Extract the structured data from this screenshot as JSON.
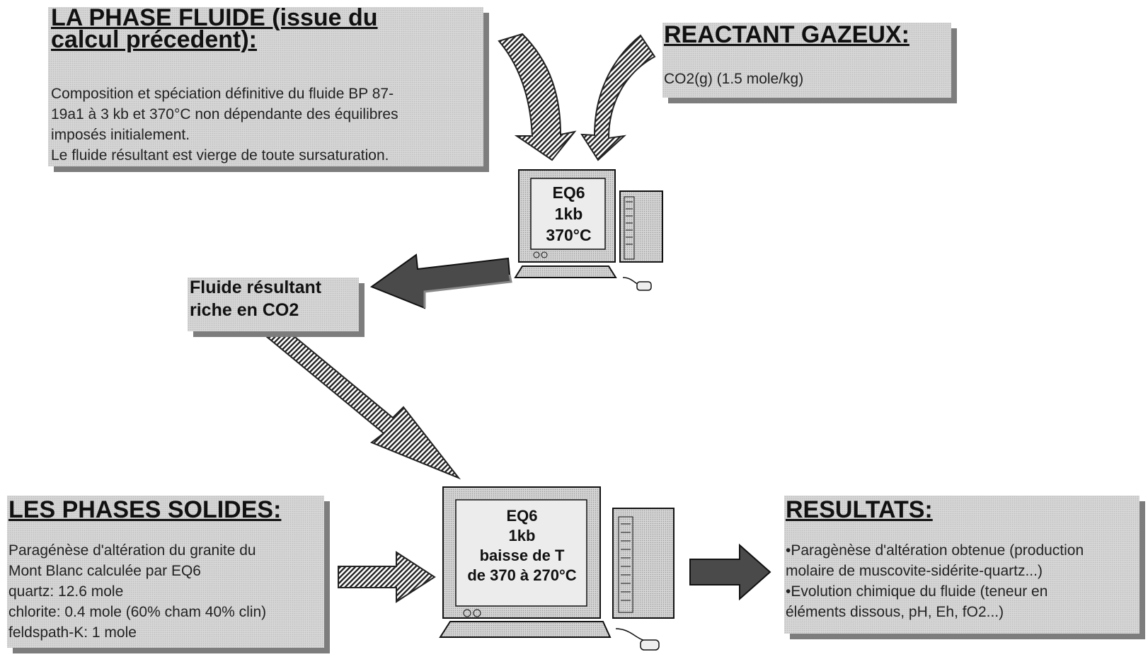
{
  "fluid": {
    "title_line1": "LA PHASE FLUIDE (issue du",
    "title_line2": "calcul précedent):",
    "body": "Composition et spéciation définitive du fluide BP 87-\n19a1 à 3 kb et 370°C non dépendante des équilibres\nimposés initialement.\nLe fluide résultant est vierge de toute sursaturation."
  },
  "gas": {
    "title": "REACTANT GAZEUX:",
    "body": "CO2(g) (1.5 mole/kg)"
  },
  "computer_top": {
    "screen": "EQ6\n1kb\n370°C"
  },
  "fluid_result": {
    "label": "Fluide résultant\nriche en CO2"
  },
  "solids": {
    "title": "LES PHASES SOLIDES:",
    "body": "Paragénèse d'altération du granite du\nMont Blanc calculée par EQ6\nquartz: 12.6 mole\nchlorite: 0.4 mole (60% cham 40% clin)\nfeldspath-K: 1 mole"
  },
  "computer_bottom": {
    "screen": "EQ6\n1kb\nbaisse de  T\nde 370 à 270°C"
  },
  "results": {
    "title": "RESULTATS:",
    "body": "•Paragènèse d'altération obtenue (production\nmolaire de muscovite-sidérite-quartz...)\n•Evolution chimique du fluide (teneur en\néléments dissous, pH, Eh, fO2...)"
  }
}
